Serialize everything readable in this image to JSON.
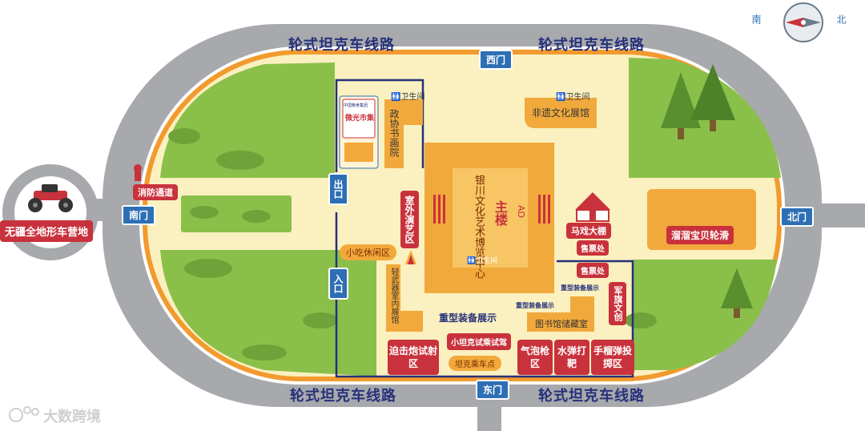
{
  "track": {
    "top_left": "轮式坦克车线路",
    "top_right": "轮式坦克车线路",
    "bottom_left": "轮式坦克车线路",
    "bottom_right": "轮式坦克车线路"
  },
  "gates": {
    "west": "西门",
    "east": "东门",
    "south": "南门",
    "north": "北门",
    "exit": "出口",
    "entrance": "入口"
  },
  "compass": {
    "left": "南",
    "right": "北"
  },
  "camp": {
    "label": "无疆全地形车营地"
  },
  "buildings": {
    "main_title": "主楼",
    "main_sub": "银川文化艺术博览中心",
    "main_ad": "AD",
    "main_toilet": "卫生间",
    "calligraphy": "政协书画院",
    "calligraphy_toilet": "卫生间",
    "heritage": "非遗文化展馆",
    "heritage_toilet": "卫生间",
    "light_equip": "轻武器室内展馆",
    "library": "图书馆储藏室",
    "shop_sign_top": "中国粮食集团",
    "shop_sign": "微光市集"
  },
  "zones": {
    "fire_lane": "消防通道",
    "snack": "小吃休闲区",
    "outdoor_show": "室外演艺区",
    "circus": "马戏大棚",
    "ticket1": "售票处",
    "ticket2": "售票处",
    "skate": "溜溜宝贝轮滑",
    "heavy_equip": "重型装备展示",
    "heavy_equip2": "重型装备展示",
    "heavy_equip3": "重型装备展示",
    "mortar": "迫击炮试射区",
    "mini_tank": "小坦克试乘试驾",
    "tank_stop": "坦克乘车点",
    "bubble_gun": "气泡枪区",
    "water_target": "水弹打靶",
    "grenade": "手榴弹投掷区",
    "military_shop": "军旗文创"
  },
  "watermark": "大数跨境",
  "colors": {
    "road": "#a7a9ac",
    "inner": "#faf0c0",
    "orange_line": "#f29a2e",
    "grass": "#8ac04a",
    "navy": "#26307a",
    "red": "#c8323c",
    "gate_blue": "#2d6fb5"
  }
}
